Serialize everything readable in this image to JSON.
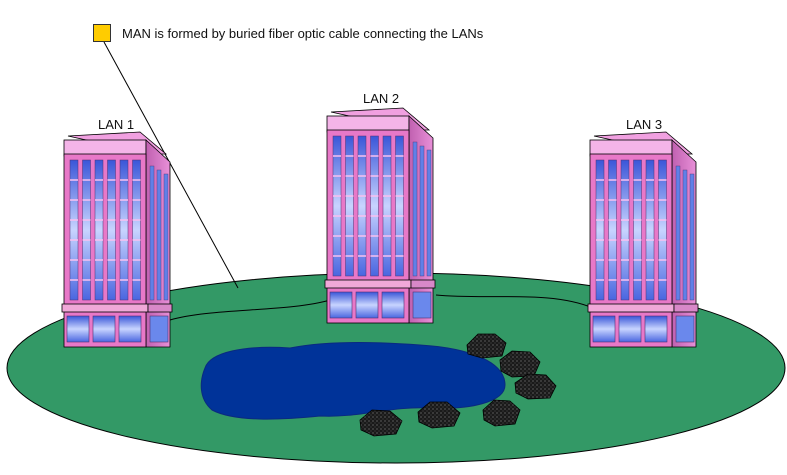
{
  "legend": {
    "text": "MAN is formed by buried fiber optic cable connecting the LANs",
    "swatch_color": "#ffcc00"
  },
  "buildings": [
    {
      "label": "LAN 1"
    },
    {
      "label": "LAN 2"
    },
    {
      "label": "LAN 3"
    }
  ],
  "colors": {
    "ground": "#339966",
    "pond": "#003399",
    "building": "#e878c8",
    "window": "#6a8af0",
    "cable": "#000000",
    "rock": "#222222"
  }
}
